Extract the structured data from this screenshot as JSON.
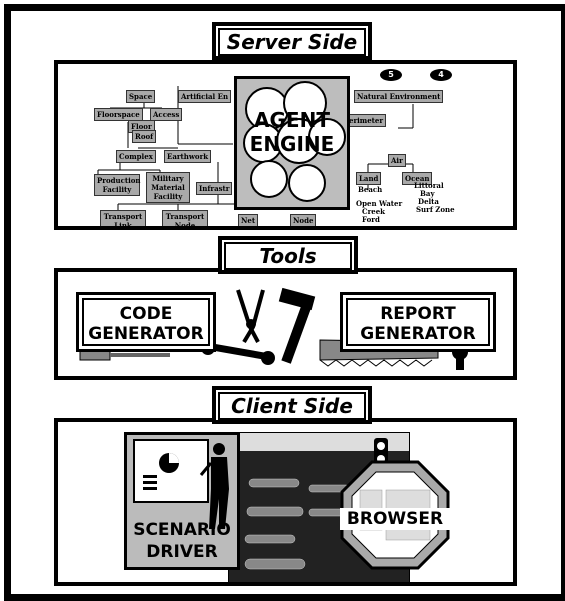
{
  "sections": {
    "server": {
      "title": "Server Side",
      "engine_label": "AGENT ENGINE",
      "engine_line1": "AGENT",
      "engine_line2": "ENGINE",
      "badges": [
        "5",
        "4"
      ],
      "tree_nodes": {
        "space": "Space",
        "artificial": "Artificial En",
        "floorspace": "Floorspace",
        "access": "Access",
        "floor": "Floor",
        "roof": "Roof",
        "complex": "Complex",
        "earthwork": "Earthwork",
        "production": "Production Facility",
        "military": "Military Material Facility",
        "infrastructure": "Infrastr",
        "transport_link": "Transport Link",
        "transport_node": "Transport Node",
        "net": "Net",
        "node": "Node",
        "natural": "Natural Environment",
        "perimeter": "erimeter",
        "air": "Air",
        "land": "Land",
        "ocean": "Ocean",
        "beach": "Beach",
        "open_water": "Open Water",
        "creek": "Creek",
        "ford": "Ford",
        "littoral": "Littoral",
        "bay": "Bay",
        "delta": "Delta",
        "surf_zone": "Surf Zone"
      }
    },
    "tools": {
      "title": "Tools",
      "code_generator": {
        "line1": "CODE",
        "line2": "GENERATOR"
      },
      "report_generator": {
        "line1": "REPORT",
        "line2": "GENERATOR"
      }
    },
    "client": {
      "title": "Client Side",
      "scenario_driver": {
        "line1": "SCENARIO",
        "line2": "DRIVER"
      },
      "browser": "BROWSER"
    }
  },
  "icons": [
    "screwdriver-icon",
    "wrench-icon",
    "pliers-icon",
    "hammer-icon",
    "saw-icon",
    "presenter-icon",
    "traffic-light-icon"
  ],
  "colors": {
    "panel_border": "#000000",
    "node_fill": "#a9a9a9",
    "engine_fill": "#bdbdbd",
    "tool_gray": "#888888"
  }
}
